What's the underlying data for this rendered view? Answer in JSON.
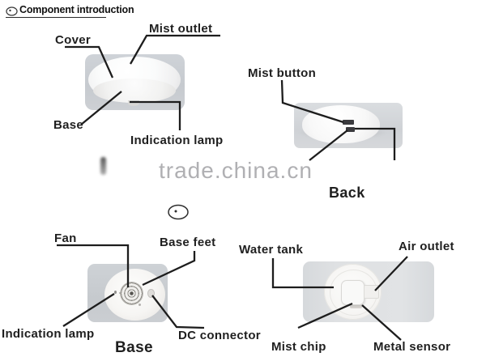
{
  "header": {
    "title": "Component introduction"
  },
  "watermark": {
    "text": "trade.china.cn",
    "color": "#b0b0b3"
  },
  "views": {
    "front": {
      "labels": {
        "cover": "Cover",
        "mist_outlet": "Mist outlet",
        "base": "Base",
        "indication_lamp": "Indication lamp"
      }
    },
    "back": {
      "caption": "Back",
      "labels": {
        "mist_button": "Mist button"
      }
    },
    "bottom": {
      "caption": "Base",
      "labels": {
        "fan": "Fan",
        "base_feet": "Base feet",
        "indication_lamp": "Indication lamp",
        "dc_connector": "DC connector"
      }
    },
    "inside": {
      "labels": {
        "water_tank": "Water tank",
        "air_outlet": "Air outlet",
        "mist_chip": "Mist chip",
        "metal_sensor": "Metal sensor"
      }
    }
  },
  "colors": {
    "leader_line": "#1d1d1d",
    "label_text": "#1f1f1f",
    "device_gray": "#ccd0d4"
  }
}
